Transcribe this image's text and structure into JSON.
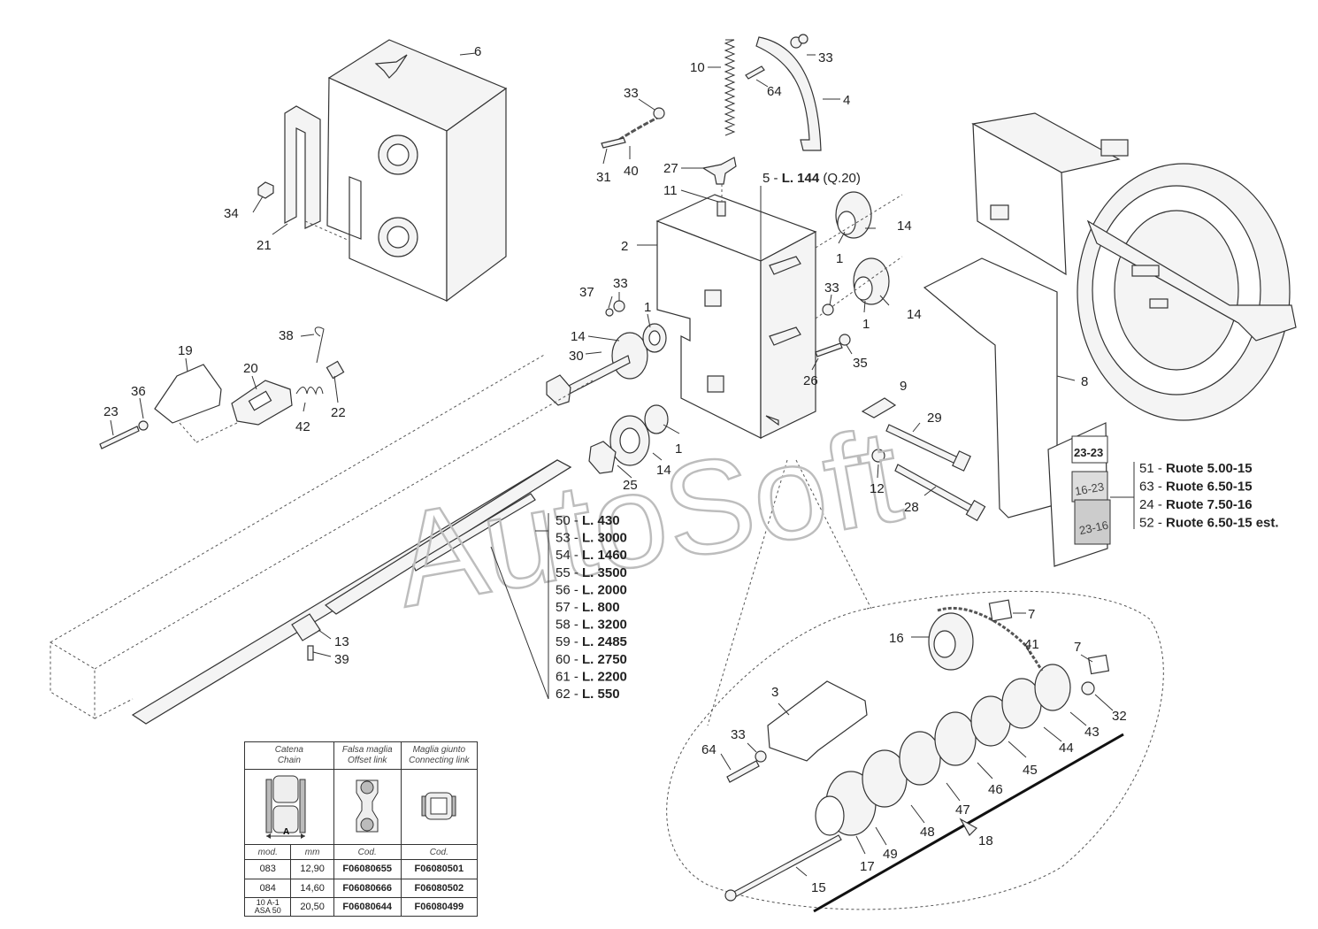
{
  "callouts": {
    "c1": "1",
    "c1b": "1",
    "c1c": "1",
    "c1d": "1",
    "c2": "2",
    "c3": "3",
    "c4": "4",
    "c6": "6",
    "c7": "7",
    "c7b": "7",
    "c8": "8",
    "c9": "9",
    "c10": "10",
    "c11": "11",
    "c12": "12",
    "c13": "13",
    "c14": "14",
    "c14b": "14",
    "c14c": "14",
    "c14d": "14",
    "c15": "15",
    "c16": "16",
    "c17": "17",
    "c18": "18",
    "c19": "19",
    "c20": "20",
    "c21": "21",
    "c22": "22",
    "c23": "23",
    "c25": "25",
    "c26": "26",
    "c27": "27",
    "c28": "28",
    "c29": "29",
    "c30": "30",
    "c31": "31",
    "c32": "32",
    "c33": "33",
    "c33b": "33",
    "c33c": "33",
    "c33d": "33",
    "c33e": "33",
    "c34": "34",
    "c35": "35",
    "c36": "36",
    "c37": "37",
    "c38": "38",
    "c39": "39",
    "c40": "40",
    "c41": "41",
    "c42": "42",
    "c43": "43",
    "c44": "44",
    "c45": "45",
    "c46": "46",
    "c47": "47",
    "c48": "48",
    "c49": "49",
    "c64": "64",
    "c64b": "64"
  },
  "shaft_label": {
    "num": "5 - ",
    "bold": "L. 144",
    "rest": " (Q.20)"
  },
  "shaft_lengths": [
    {
      "num": "50 - ",
      "len": "L. 430"
    },
    {
      "num": "53 - ",
      "len": "L. 3000"
    },
    {
      "num": "54 - ",
      "len": "L. 1460"
    },
    {
      "num": "55 - ",
      "len": "L. 3500"
    },
    {
      "num": "56 - ",
      "len": "L. 2000"
    },
    {
      "num": "57 - ",
      "len": "L. 800"
    },
    {
      "num": "58 - ",
      "len": "L. 3200"
    },
    {
      "num": "59 - ",
      "len": "L. 2485"
    },
    {
      "num": "60 - ",
      "len": "L. 2750"
    },
    {
      "num": "61 - ",
      "len": "L. 2200"
    },
    {
      "num": "62 - ",
      "len": "L. 550"
    }
  ],
  "wheels": [
    {
      "num": "51 - ",
      "name": "Ruote 5.00-15"
    },
    {
      "num": "63 - ",
      "name": "Ruote 6.50-15"
    },
    {
      "num": "24 - ",
      "name": "Ruote 7.50-16"
    },
    {
      "num": "52 - ",
      "name": "Ruote 6.50-15 est."
    }
  ],
  "sprocket_codes": [
    "23-23",
    "16-23",
    "23-16"
  ],
  "watermark": "AutoSoft",
  "chain_table": {
    "headers": [
      {
        "it": "Catena",
        "en": "Chain"
      },
      {
        "it": "Falsa maglia",
        "en": "Offset link"
      },
      {
        "it": "Maglia giunto",
        "en": "Connecting link"
      }
    ],
    "dimension_label": "A",
    "subheaders": [
      "mod.",
      "mm",
      "Cod.",
      "Cod."
    ],
    "rows": [
      {
        "mod": "083",
        "mm": "12,90",
        "offset": "F06080655",
        "connecting": "F06080501"
      },
      {
        "mod": "084",
        "mm": "14,60",
        "offset": "F06080666",
        "connecting": "F06080502"
      },
      {
        "mod": "10 A-1\nASA 50",
        "mm": "20,50",
        "offset": "F06080644",
        "connecting": "F06080499"
      }
    ]
  }
}
